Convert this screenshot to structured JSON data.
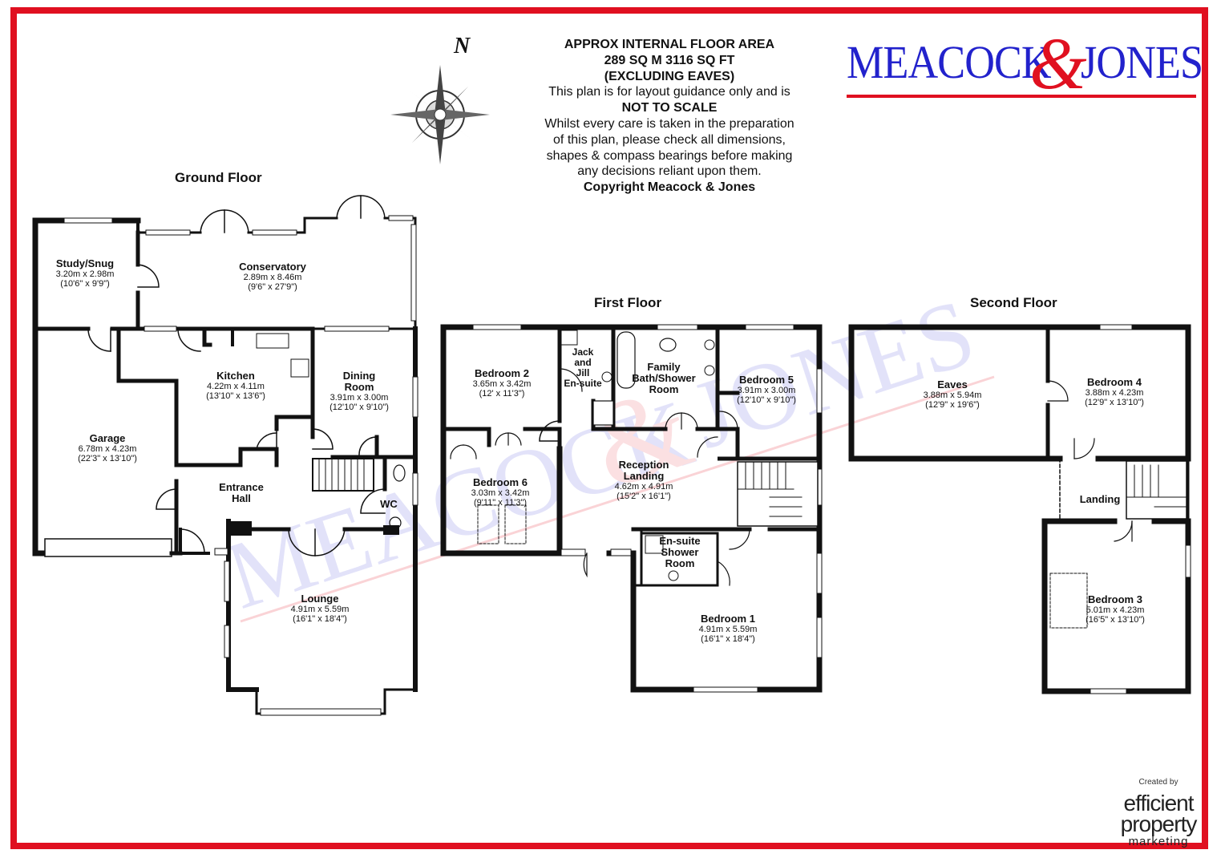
{
  "brand": {
    "logo_left": "MEACOCK",
    "logo_amp": "&",
    "logo_right": "JONES",
    "red": "#e01020",
    "blue": "#2222cc"
  },
  "compass": {
    "label": "N",
    "icon": "compass-rose-icon"
  },
  "notice": {
    "line1": "APPROX INTERNAL FLOOR AREA",
    "line2": "289 SQ M 3116 SQ FT",
    "line3": "(EXCLUDING EAVES)",
    "line4": "This plan is for layout guidance only and is",
    "line5": "NOT TO SCALE",
    "line6": "Whilst every care is taken in the preparation",
    "line7": "of this plan, please check all dimensions,",
    "line8": "shapes & compass bearings before making",
    "line9": "any decisions reliant upon them.",
    "line10": "Copyright Meacock & Jones"
  },
  "floors": {
    "ground": "Ground Floor",
    "first": "First Floor",
    "second": "Second Floor"
  },
  "rooms": {
    "study": {
      "name": "Study/Snug",
      "metric": "3.20m x 2.98m",
      "imperial": "(10'6\" x 9'9\")"
    },
    "conservatory": {
      "name": "Conservatory",
      "metric": "2.89m x 8.46m",
      "imperial": "(9'6\" x 27'9\")"
    },
    "kitchen": {
      "name": "Kitchen",
      "metric": "4.22m x 4.11m",
      "imperial": "(13'10\" x 13'6\")"
    },
    "dining": {
      "name_1": "Dining",
      "name_2": "Room",
      "metric": "3.91m x 3.00m",
      "imperial": "(12'10\" x 9'10\")"
    },
    "garage": {
      "name": "Garage",
      "metric": "6.78m x 4.23m",
      "imperial": "(22'3\" x 13'10\")"
    },
    "entrance": {
      "name_1": "Entrance",
      "name_2": "Hall"
    },
    "wc": {
      "name": "WC"
    },
    "lounge": {
      "name": "Lounge",
      "metric": "4.91m x 5.59m",
      "imperial": "(16'1\" x 18'4\")"
    },
    "bedroom2": {
      "name": "Bedroom 2",
      "metric": "3.65m x 3.42m",
      "imperial": "(12' x 11'3\")"
    },
    "jackjill": {
      "name_1": "Jack",
      "name_2": "and",
      "name_3": "Jill",
      "name_4": "En-suite"
    },
    "familybath": {
      "name_1": "Family",
      "name_2": "Bath/Shower",
      "name_3": "Room"
    },
    "bedroom5": {
      "name": "Bedroom 5",
      "metric": "3.91m x 3.00m",
      "imperial": "(12'10\" x 9'10\")"
    },
    "bedroom6": {
      "name": "Bedroom 6",
      "metric": "3.03m x 3.42m",
      "imperial": "(9'11\" x 11'3\")"
    },
    "reception": {
      "name_1": "Reception",
      "name_2": "Landing",
      "metric": "4.62m x 4.91m",
      "imperial": "(15'2\" x 16'1\")"
    },
    "ensuite": {
      "name_1": "En-suite",
      "name_2": "Shower",
      "name_3": "Room"
    },
    "bedroom1": {
      "name": "Bedroom 1",
      "metric": "4.91m x 5.59m",
      "imperial": "(16'1\" x 18'4\")"
    },
    "eaves": {
      "name": "Eaves",
      "metric": "3.88m x 5.94m",
      "imperial": "(12'9\" x 19'6\")"
    },
    "bedroom4": {
      "name": "Bedroom 4",
      "metric": "3.88m x 4.23m",
      "imperial": "(12'9\" x 13'10\")"
    },
    "landing": {
      "name": "Landing"
    },
    "bedroom3": {
      "name": "Bedroom 3",
      "metric": "5.01m x 4.23m",
      "imperial": "(16'5\" x 13'10\")"
    }
  },
  "credit": {
    "created_by": "Created by",
    "line1": "efficient",
    "line2": "property",
    "line3": "marketing"
  }
}
